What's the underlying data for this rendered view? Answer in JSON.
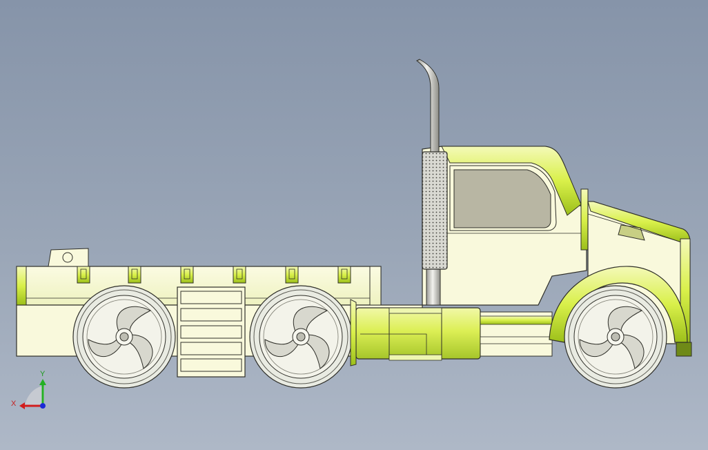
{
  "viewport": {
    "background_top": "#8694a9",
    "background_bottom": "#aeb8c7"
  },
  "model": {
    "body_color": "#f9f9dc",
    "accent_color": "#d9f04a",
    "outline_color": "#2e2e28",
    "window_color": "#b8b6a3",
    "metal_color": "#d8d8d4",
    "tire_color": "#e6e8df"
  },
  "triad": {
    "x_label": "X",
    "y_label": "Y",
    "x_color": "#d21d1d",
    "y_color": "#23b023",
    "z_color": "#1b2bd6",
    "shadow_icon": "view-orientation-shadow"
  }
}
